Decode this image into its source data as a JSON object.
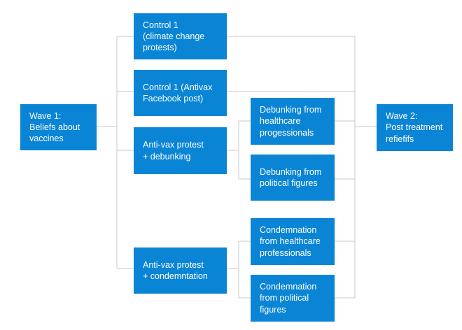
{
  "nodes": {
    "wave1": "Wave 1:\nBeliefs about\nvaccines",
    "control1_climate": "Control 1\n(climate change\nprotests)",
    "control1_antivax": "Control 1 (Antivax\nFacebook post)",
    "antivax_debunking": "Anti-vax protest\n+ debunking",
    "antivax_condemnation": "Anti-vax protest\n+ condemntation",
    "debunk_health": "Debunking from\nhealthcare\nprogessionals",
    "debunk_political": "Debunking from\npolitical figures",
    "condemn_health": "Condemnation\nfrom healthcare\nprofessionals",
    "condemn_political": "Condemnation\nfrom political\nfigures",
    "wave2": "Wave 2:\nPost treatment\nrefiefifs"
  },
  "colors": {
    "box_fill": "#0a85d6",
    "box_text": "#ffffff",
    "connector": "#c8c8c8"
  }
}
